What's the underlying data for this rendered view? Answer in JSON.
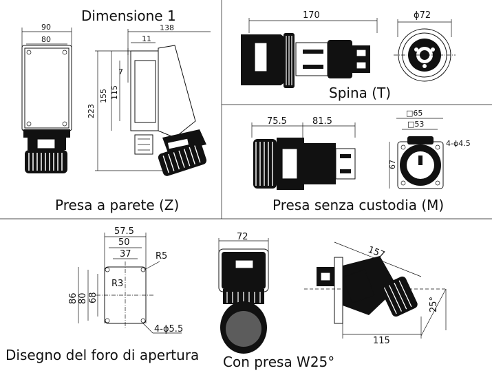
{
  "panels": {
    "dim1": {
      "title": "Dimensione 1",
      "caption": "Presa a parete (Z)",
      "dims": [
        "90",
        "80",
        "138",
        "11",
        "7",
        "155",
        "115",
        "223"
      ]
    },
    "spina": {
      "caption": "Spina (T)",
      "dims": [
        "170",
        "ϕ72"
      ]
    },
    "senza": {
      "caption": "Presa senza custodia (M)",
      "dims": [
        "75.5",
        "81.5",
        "□65",
        "□53",
        "4-ϕ4.5",
        "67"
      ]
    },
    "foro": {
      "caption": "Disegno del foro di apertura",
      "dims": [
        "57.5",
        "50",
        "37",
        "R5",
        "R3",
        "86",
        "80",
        "68",
        "4-ϕ5.5"
      ]
    },
    "w25": {
      "caption": "Con presa W25°",
      "dims": [
        "72",
        "157",
        "115",
        "25°"
      ]
    }
  }
}
